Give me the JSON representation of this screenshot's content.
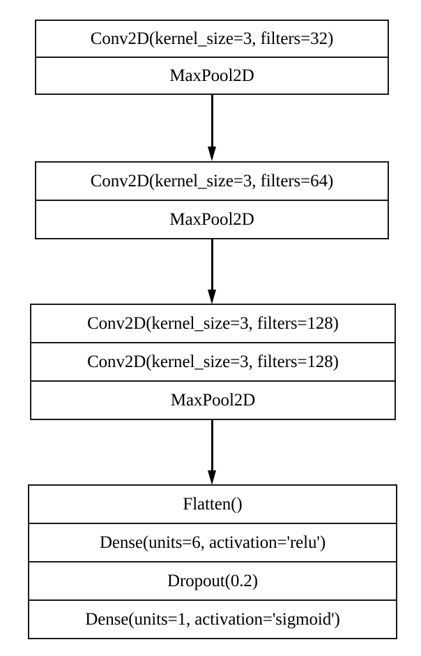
{
  "diagram": {
    "title": "CNN model architecture flowchart",
    "type": "flowchart",
    "orientation": "top-to-bottom",
    "colors": {
      "border": "#1a1a1a",
      "fill": "#ffffff",
      "text": "#000000",
      "edge": "#000000"
    },
    "blocks": [
      {
        "id": "block-1",
        "name": "conv-block-32",
        "rows": [
          {
            "id": "row-conv-32",
            "label": "Conv2D(kernel_size=3, filters=32)"
          },
          {
            "id": "row-maxpool-1",
            "label": "MaxPool2D"
          }
        ]
      },
      {
        "id": "block-2",
        "name": "conv-block-64",
        "rows": [
          {
            "id": "row-conv-64",
            "label": "Conv2D(kernel_size=3, filters=64)"
          },
          {
            "id": "row-maxpool-2",
            "label": "MaxPool2D"
          }
        ]
      },
      {
        "id": "block-3",
        "name": "conv-block-128",
        "rows": [
          {
            "id": "row-conv-128-a",
            "label": "Conv2D(kernel_size=3, filters=128)"
          },
          {
            "id": "row-conv-128-b",
            "label": "Conv2D(kernel_size=3, filters=128)"
          },
          {
            "id": "row-maxpool-3",
            "label": "MaxPool2D"
          }
        ]
      },
      {
        "id": "block-4",
        "name": "head-block",
        "rows": [
          {
            "id": "row-flatten",
            "label": "Flatten()"
          },
          {
            "id": "row-dense-6",
            "label": "Dense(units=6, activation='relu')"
          },
          {
            "id": "row-dropout",
            "label": "Dropout(0.2)"
          },
          {
            "id": "row-dense-1",
            "label": "Dense(units=1, activation='sigmoid')"
          }
        ]
      }
    ],
    "edges": [
      {
        "id": "edge-1",
        "from": "block-1",
        "to": "block-2",
        "arrow": "down-arrow"
      },
      {
        "id": "edge-2",
        "from": "block-2",
        "to": "block-3",
        "arrow": "down-arrow"
      },
      {
        "id": "edge-3",
        "from": "block-3",
        "to": "block-4",
        "arrow": "down-arrow"
      }
    ]
  }
}
